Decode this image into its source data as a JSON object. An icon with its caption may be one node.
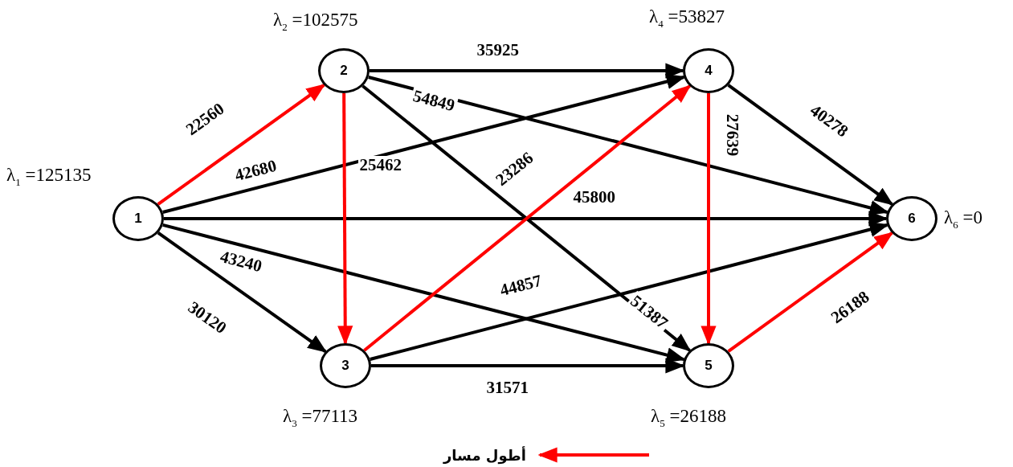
{
  "diagram": {
    "nodes": [
      {
        "text": [
          "1"
        ],
        "beside": [
          "λ$_{1}$ =125135"
        ]
      },
      {
        "text": [
          "2"
        ],
        "beside": [
          "λ$_{2}$ =102575"
        ]
      },
      {
        "text": [
          "3"
        ],
        "beside": [
          "λ$_{3}$ =77113"
        ]
      },
      {
        "text": [
          "4"
        ],
        "beside": [
          "λ$_{4}$ =53827"
        ]
      },
      {
        "text": [
          "5"
        ],
        "beside": [
          "λ$_{5}$ =26188"
        ]
      },
      {
        "text": [
          "6"
        ],
        "beside": [
          "λ$_{6}$ =0"
        ]
      }
    ],
    "edges": [
      {
        "from": 0,
        "to": 1,
        "arrow": "to",
        "label": "22560",
        "color": "#ff0000"
      },
      {
        "from": 0,
        "to": 3,
        "arrow": "to",
        "label": "42680"
      },
      {
        "from": 0,
        "to": 5,
        "arrow": "to",
        "label": "45800"
      },
      {
        "from": 0,
        "to": 2,
        "arrow": "to",
        "label": "30120"
      },
      {
        "from": 0,
        "to": 4,
        "arrow": "to",
        "label": "43240"
      },
      {
        "from": 1,
        "to": 3,
        "arrow": "to",
        "label": "35925"
      },
      {
        "from": 1,
        "to": 5,
        "arrow": "to",
        "label": "54849"
      },
      {
        "from": 1,
        "to": 2,
        "arrow": "to",
        "label": "25462",
        "color": "#ff0000"
      },
      {
        "from": 1,
        "to": 4,
        "arrow": "to",
        "label": "51387"
      },
      {
        "from": 2,
        "to": 3,
        "arrow": "to",
        "label": "23286",
        "color": "#ff0000"
      },
      {
        "from": 2,
        "to": 5,
        "arrow": "to",
        "label": "44857"
      },
      {
        "from": 2,
        "to": 4,
        "arrow": "to",
        "label": "31571"
      },
      {
        "from": 3,
        "to": 5,
        "arrow": "to",
        "label": "40278"
      },
      {
        "from": 3,
        "to": 4,
        "arrow": "to",
        "label": "27639",
        "color": "#ff0000"
      },
      {
        "from": 4,
        "to": 5,
        "arrow": "to",
        "label": "26188",
        "color": "#ff0000"
      }
    ],
    "legend": [
      {
        "text": "أطول مسار"
      }
    ]
  }
}
